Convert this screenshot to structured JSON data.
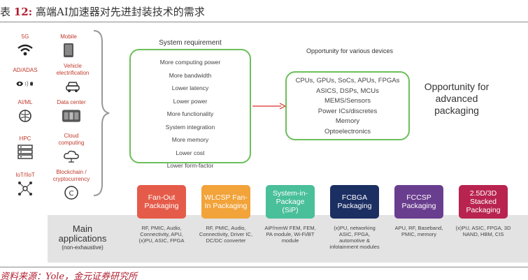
{
  "figure": {
    "label_prefix": "表",
    "label_number": "12:",
    "title": "高端AI加速器对先进封装技术的需求",
    "source": "资料来源：Yole，金元证券研究所"
  },
  "markets": [
    {
      "label": "5G",
      "icon": "wifi-icon"
    },
    {
      "label": "Mobile",
      "icon": "smartphone-icon"
    },
    {
      "label": "AD/ADAS",
      "icon": "radar-icon"
    },
    {
      "label": "Vehicle electrification",
      "icon": "car-icon"
    },
    {
      "label": "AI/ML",
      "icon": "brain-icon"
    },
    {
      "label": "Data center",
      "icon": "server-room-icon"
    },
    {
      "label": "HPC",
      "icon": "server-rack-icon"
    },
    {
      "label": "Cloud computing",
      "icon": "cloud-icon"
    },
    {
      "label": "IoT/IIoT",
      "icon": "network-icon"
    },
    {
      "label": "Blockchain / cryptocurrency",
      "icon": "coin-icon"
    }
  ],
  "system_requirement": {
    "title": "System requirement",
    "items": [
      "More computing power",
      "More bandwidth",
      "Lower latency",
      "Lower power",
      "More functionality",
      "System integration",
      "More memory",
      "Lower cost",
      "Lower form-factor"
    ]
  },
  "opportunity_devices": {
    "title": "Opportunity for various devices",
    "items": [
      "CPUs, GPUs, SoCs, APUs, FPGAs",
      "ASICS, DSPs, MCUs",
      "MEMS/Sensors",
      "Power ICs/discretes",
      "Memory",
      "Optoelectronics"
    ]
  },
  "advanced_packaging_label": "Opportunity for advanced packaging",
  "applications": {
    "heading": "Main applications",
    "subheading": "(non-exhaustive)"
  },
  "packages": [
    {
      "name": "Fan-Out Packaging",
      "color": "#e55b49",
      "apps": "RF, PMIC, Audio, Connectivity, APU, (x)PU, ASIC, FPGA"
    },
    {
      "name": "WLCSP Fan-In Packaging",
      "color": "#f2a33a",
      "apps": "RF, PMIC, Audio, Connectivity, Driver IC, DC/DC converter"
    },
    {
      "name": "System-in-Package (SiP)",
      "color": "#49bf9a",
      "apps": "AiP/mmW FEM, FEM, PA module, Wi-Fi/BT module"
    },
    {
      "name": "FCBGA Packaging",
      "color": "#1c2f63",
      "apps": "(x)PU, networking ASIC, FPGA, automotive & infotainment modules"
    },
    {
      "name": "FCCSP Packaging",
      "color": "#6a3e8f",
      "apps": "APU, RF, Baseband, PMIC, memory"
    },
    {
      "name": "2.5D/3D Stacked Packaging",
      "color": "#b8244f",
      "apps": "(x)PU, ASIC, FPGA, 3D NAND, HBM, CIS"
    }
  ],
  "colors": {
    "accent_red": "#c0392b",
    "box_green": "#6cbf5a",
    "arrow_red": "#e0524a",
    "band_gray": "#e3e3e3"
  }
}
